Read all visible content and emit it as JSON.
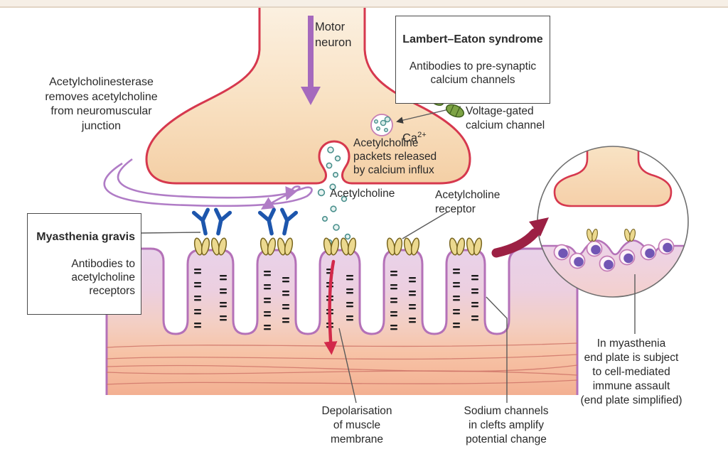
{
  "labels": {
    "motor_neuron": "Motor\nneuron",
    "acetylcholinesterase": "Acetylcholinesterase\nremoves acetylcholine\nfrom neuromuscular\njunction",
    "ca_base": "Ca",
    "ca_sup": "2+",
    "voltage_gated": "Voltage-gated\ncalcium channel",
    "packets": "Acetylcholine\npackets released\nby calcium influx",
    "acetylcholine": "Acetylcholine",
    "ach_receptor": "Acetylcholine\nreceptor",
    "depolarisation": "Depolarisation\nof muscle\nmembrane",
    "sodium_channels": "Sodium channels\nin clefts amplify\npotential change",
    "inset_caption": "In myasthenia\nend plate is subject\nto cell-mediated\nimmune assault\n(end plate simplified)"
  },
  "boxes": {
    "lambert": {
      "title": "Lambert–Eaton syndrome",
      "body": "Antibodies to pre-synaptic\ncalcium channels"
    },
    "myasthenia": {
      "title": "Myasthenia gravis",
      "body": "Antibodies to\nacetylcholine\nreceptors"
    }
  },
  "colors": {
    "text": "#2a2a2a",
    "neuron_border": "#d6384e",
    "purple_arrow": "#a569bd",
    "recycle_arrow": "#b07cc6",
    "antibody_blue": "#1d56ad",
    "antibody_red": "#9e2240",
    "channel_green": "#7da344",
    "receptor_yellow": "#ecd98f",
    "muscle_outline": "#b471b8",
    "depolarisation_red": "#d2294a",
    "block_arrow_red": "#9c2044",
    "ach_dot_teal": "#4a908d",
    "immune_cell_nucleus": "#7156b4"
  }
}
